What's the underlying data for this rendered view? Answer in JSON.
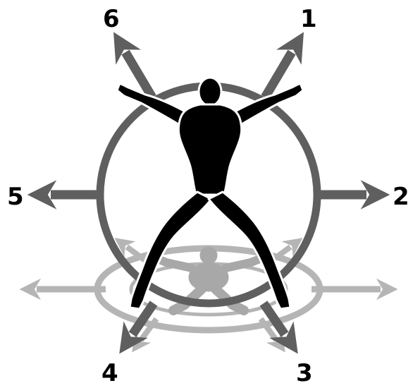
{
  "diagram": {
    "labels": [
      "1",
      "2",
      "3",
      "4",
      "5",
      "6"
    ],
    "colors": {
      "arrow_dark": "#5f5f5f",
      "arrow_light": "#b5b5b5",
      "figure": "#000000",
      "shadow_figure": "#a8a8a8",
      "label": "#000000"
    }
  }
}
